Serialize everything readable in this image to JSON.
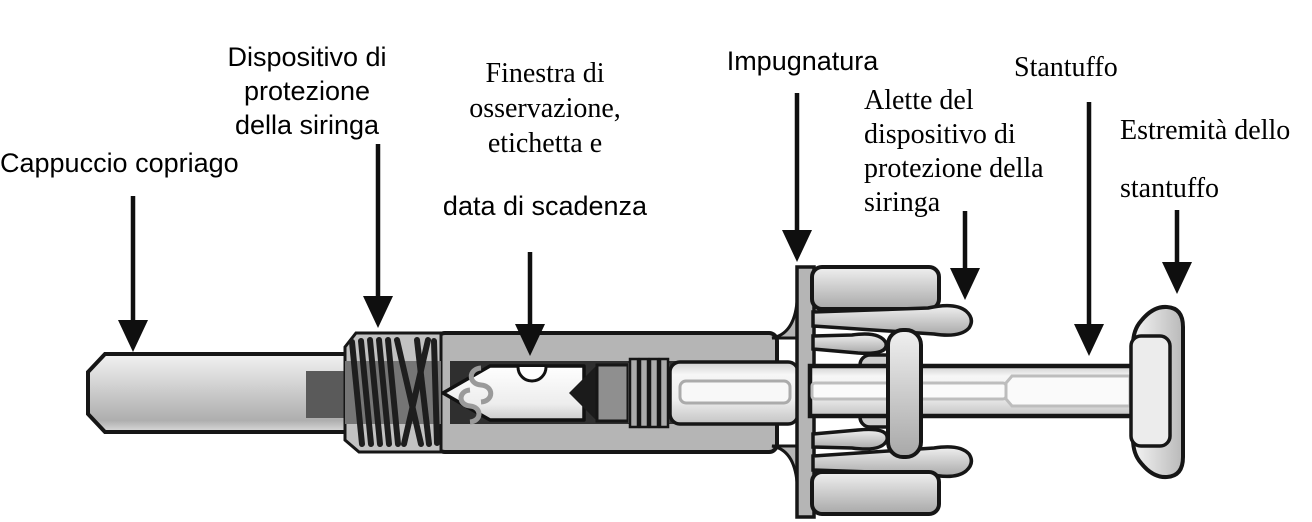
{
  "figure": {
    "kind": "prefilled-syringe-diagram",
    "background_color": "#ffffff",
    "ink_color": "#161616",
    "body_gray": "#b5b5b5",
    "window_gray": "#2f2f2f",
    "highlight_gray": "#f6f6f6"
  },
  "labels": {
    "needle_cap": {
      "text": "Cappuccio copriago"
    },
    "safety_device": {
      "lines": [
        "Dispositivo di",
        "protezione",
        "della siringa"
      ]
    },
    "window": {
      "lines": [
        "Finestra di",
        "osservazione,",
        "etichetta e"
      ],
      "expiry": "data di scadenza"
    },
    "grip": {
      "text": "Impugnatura"
    },
    "wings": {
      "lines": [
        "Alette del",
        "dispositivo di",
        "protezione della",
        "siringa"
      ]
    },
    "plunger": {
      "text": "Stantuffo"
    },
    "plunger_end": {
      "lines": [
        "Estremità dello",
        "stantuffo"
      ]
    }
  }
}
